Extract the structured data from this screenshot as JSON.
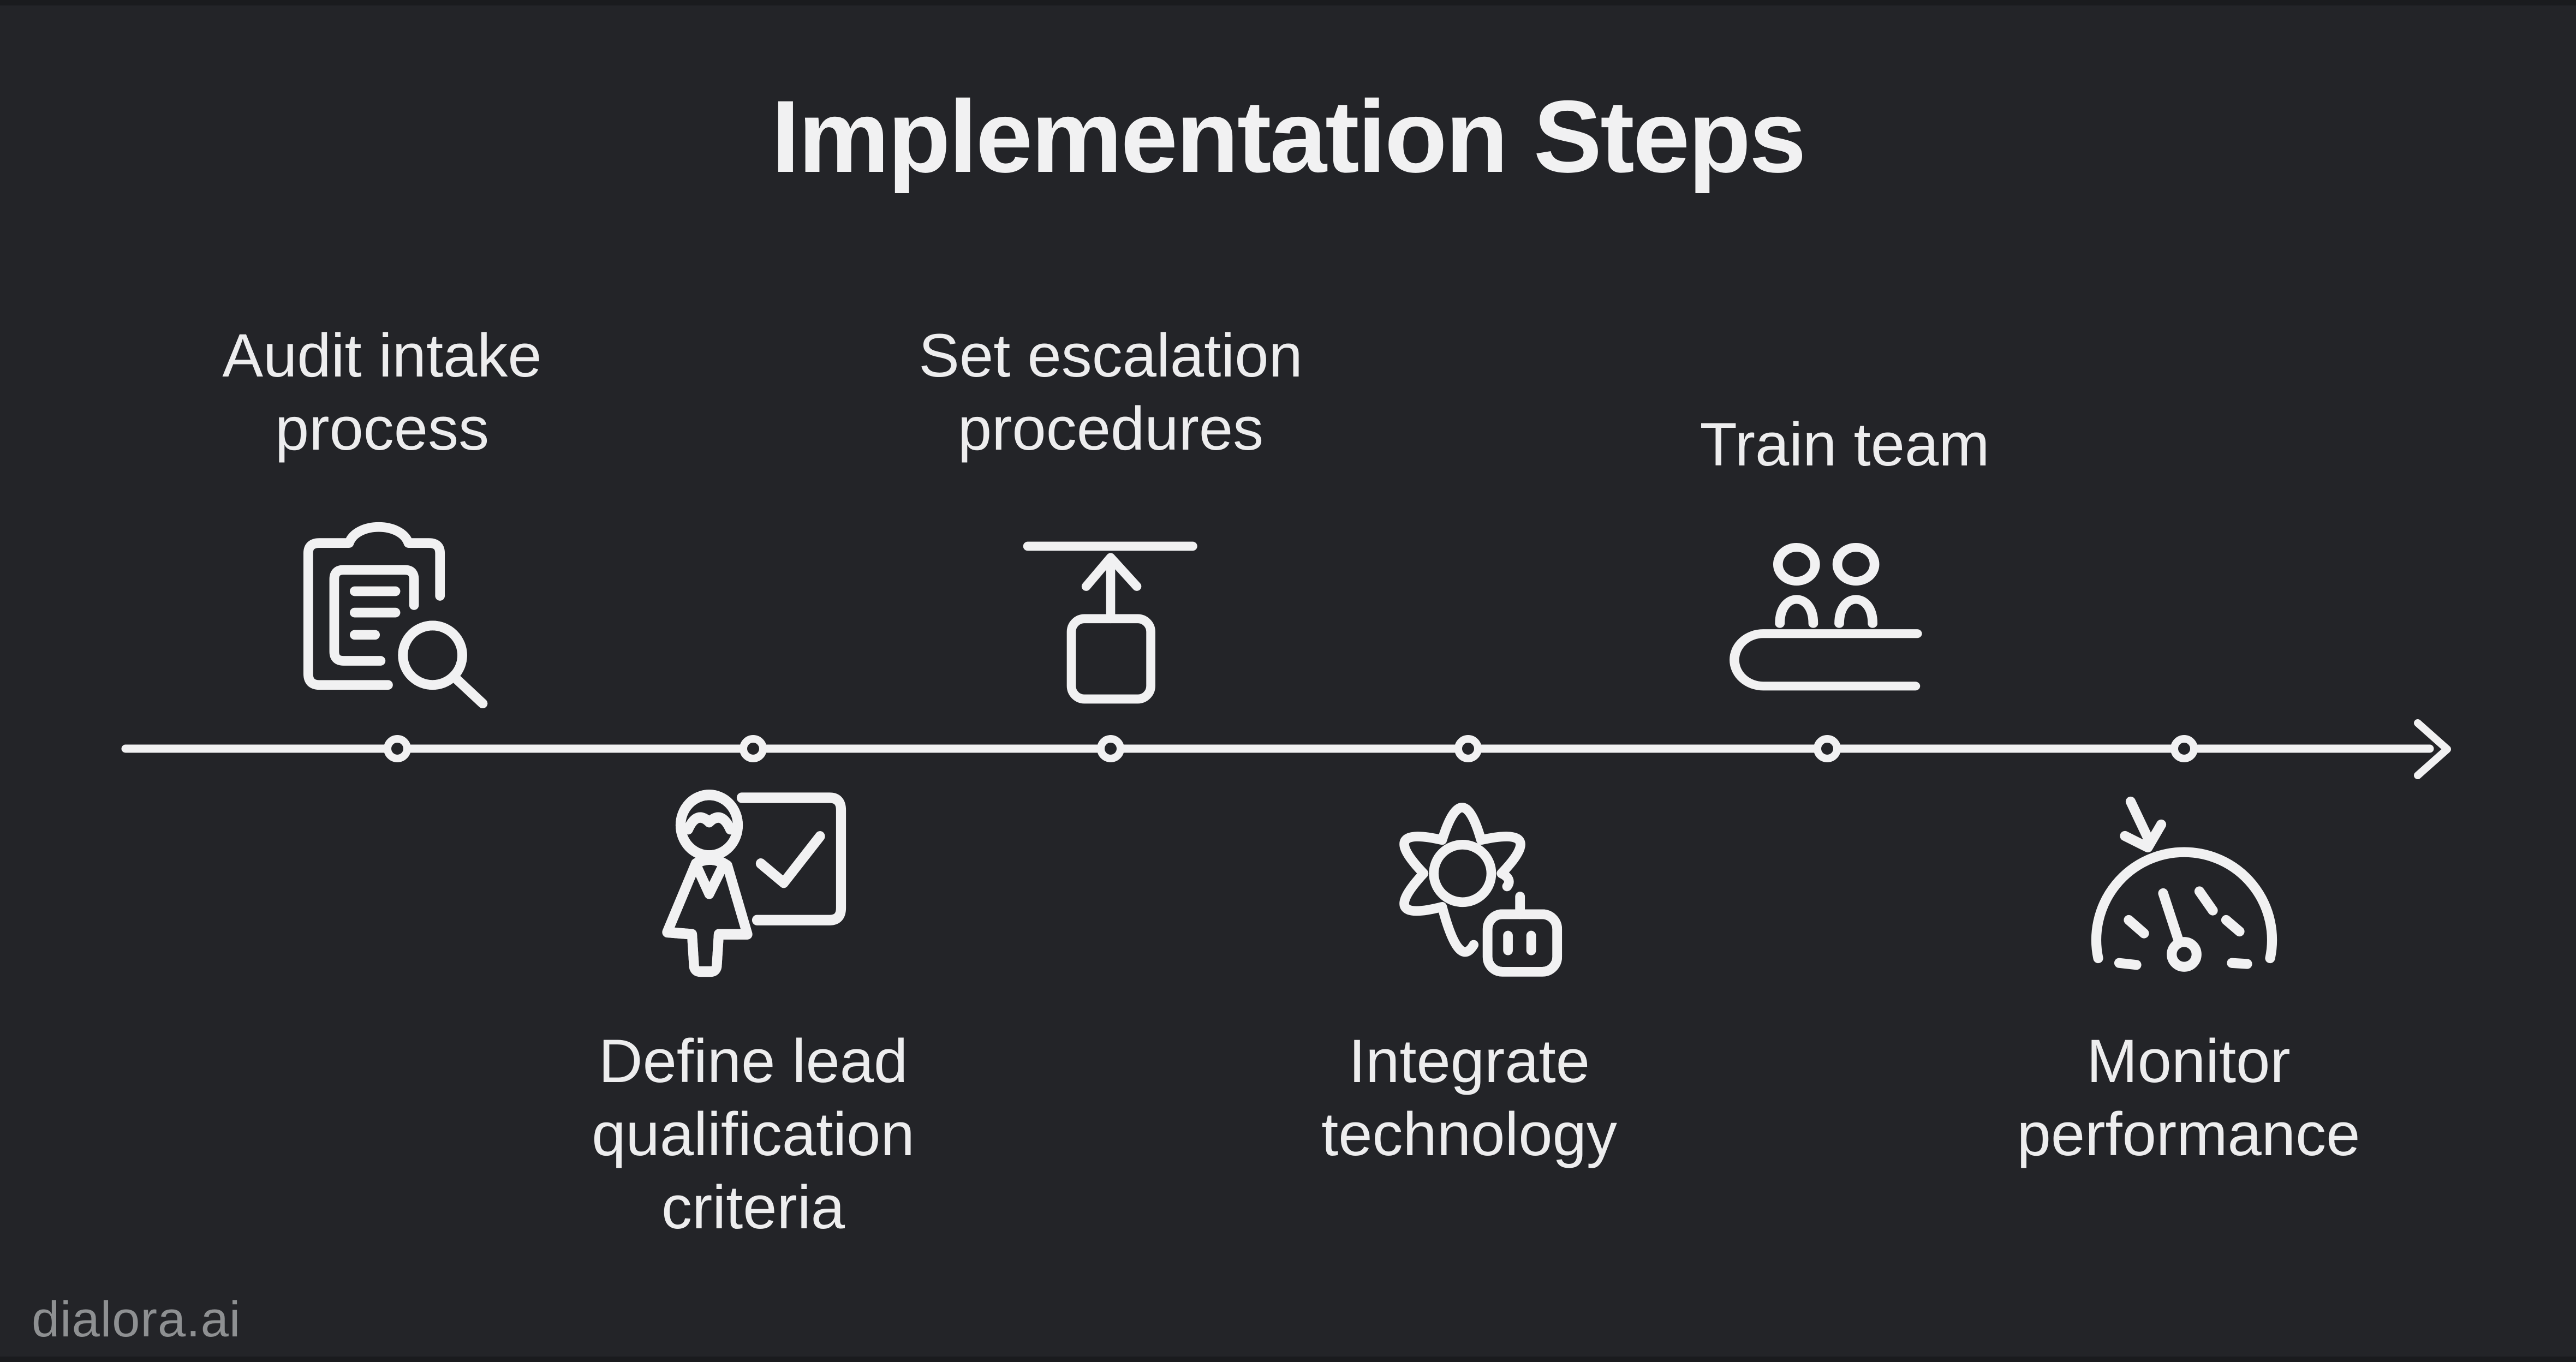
{
  "page": {
    "title": "Implementation Steps",
    "watermark": "dialora.ai",
    "colors": {
      "bg": "#232428",
      "ink": "#f1f1f2",
      "muted": "#8e9092"
    }
  },
  "timeline": {
    "orientation": "horizontal",
    "direction": "left-to-right",
    "dot_count": 6,
    "arrowhead": "right"
  },
  "steps": [
    {
      "id": "audit-intake",
      "label": "Audit intake process",
      "lines": [
        "Audit intake",
        "process"
      ],
      "icon": "clipboard-search-icon",
      "side": "above"
    },
    {
      "id": "define-lead-qualification",
      "label": "Define lead qualification criteria",
      "lines": [
        "Define lead",
        "qualification",
        "criteria"
      ],
      "icon": "presenter-checkboard-icon",
      "side": "below"
    },
    {
      "id": "set-escalation",
      "label": "Set escalation procedures",
      "lines": [
        "Set escalation",
        "procedures"
      ],
      "icon": "escalation-upload-icon",
      "side": "above"
    },
    {
      "id": "integrate-technology",
      "label": "Integrate technology",
      "lines": [
        "Integrate",
        "technology"
      ],
      "icon": "gear-robot-icon",
      "side": "below"
    },
    {
      "id": "train-team",
      "label": "Train team",
      "lines": [
        "Train team"
      ],
      "icon": "team-book-icon",
      "side": "above"
    },
    {
      "id": "monitor-performance",
      "label": "Monitor performance",
      "lines": [
        "Monitor",
        "performance"
      ],
      "icon": "performance-gauge-icon",
      "side": "below"
    }
  ]
}
